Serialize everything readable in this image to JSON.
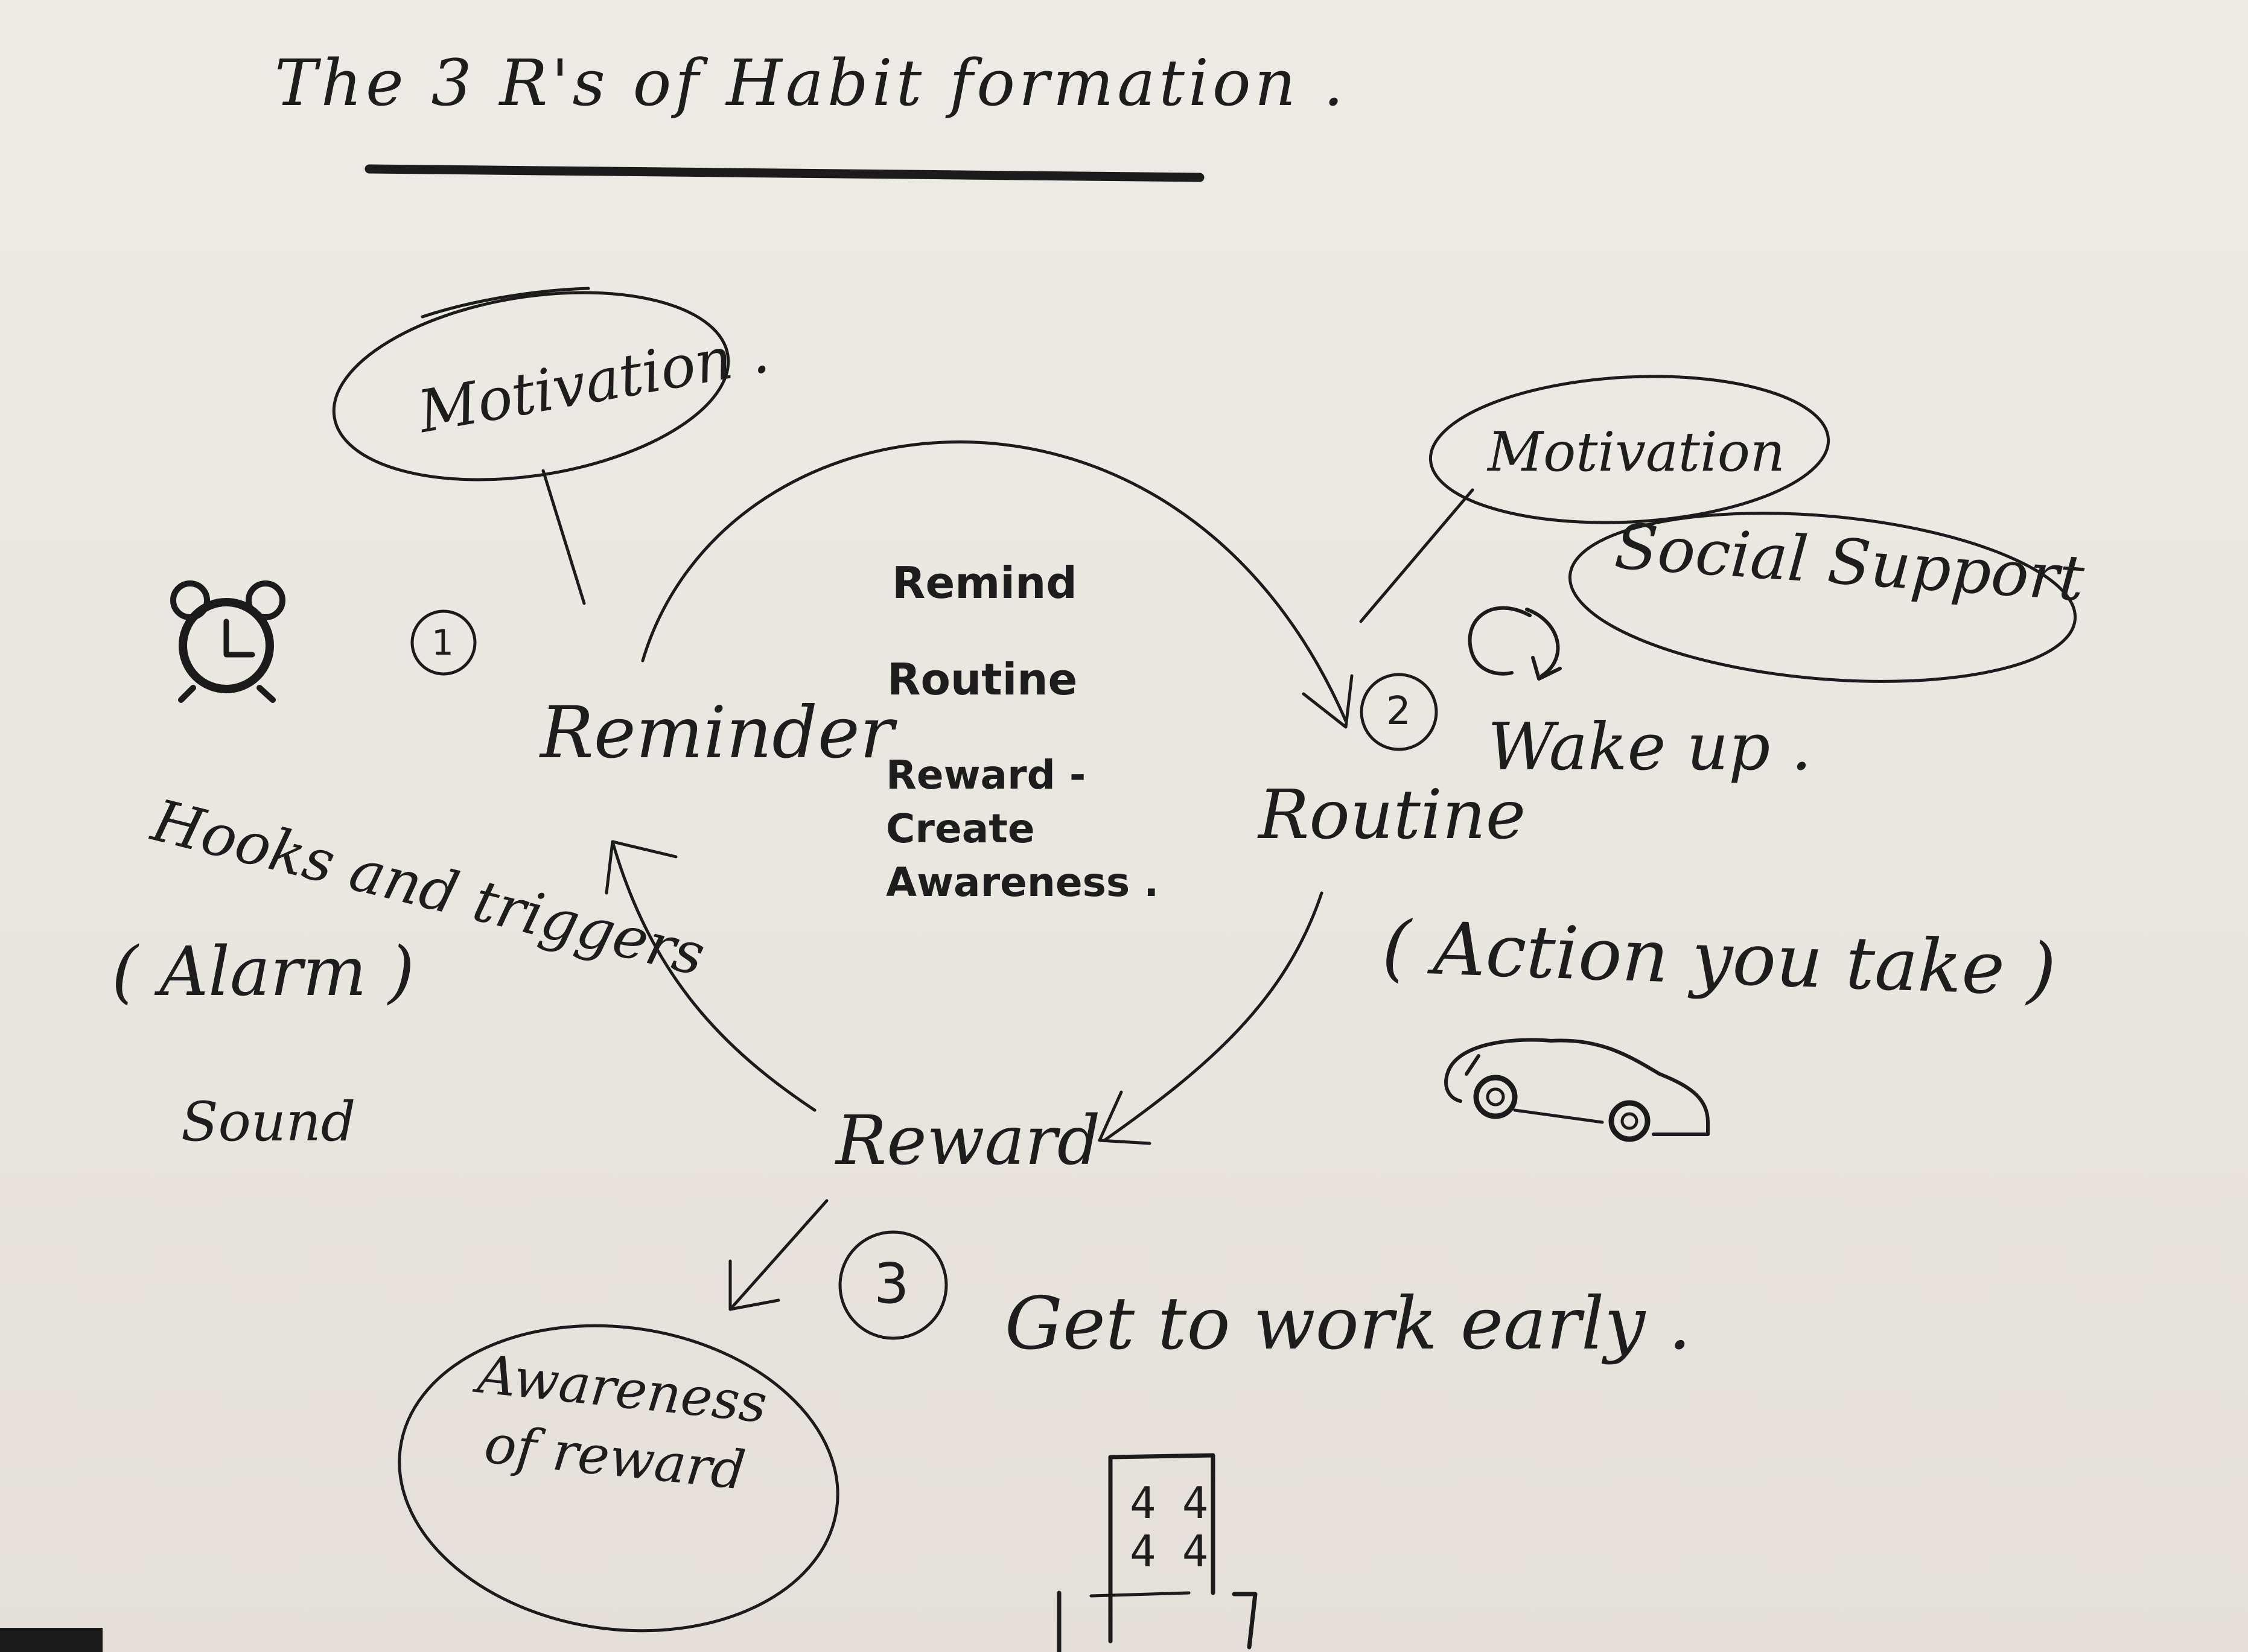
{
  "title": "The 3 R's of Habit formation .",
  "center_labels": [
    "Remind",
    "Routine",
    "Reward - Create Awareness ."
  ],
  "nodes": {
    "reminder": {
      "number": "1",
      "label": "Reminder"
    },
    "routine": {
      "number": "2",
      "label": "Routine"
    },
    "reward": {
      "number": "3",
      "label": "Reward"
    }
  },
  "notes": {
    "motivation_left": "Motivation .",
    "motivation_right": "Motivation",
    "social_support": "Social Support",
    "hooks": "Hooks and triggers",
    "alarm": "( Alarm )",
    "sound": "Sound",
    "wake_up": "Wake up .",
    "action": "( Action you take )",
    "get_to_work": "Get to work early .",
    "awareness": "Awareness of reward",
    "clock_digits": [
      "4 4",
      "4 4"
    ]
  },
  "icons": [
    "alarm-clock-icon",
    "repeat-icon",
    "car-icon",
    "building-icon"
  ]
}
